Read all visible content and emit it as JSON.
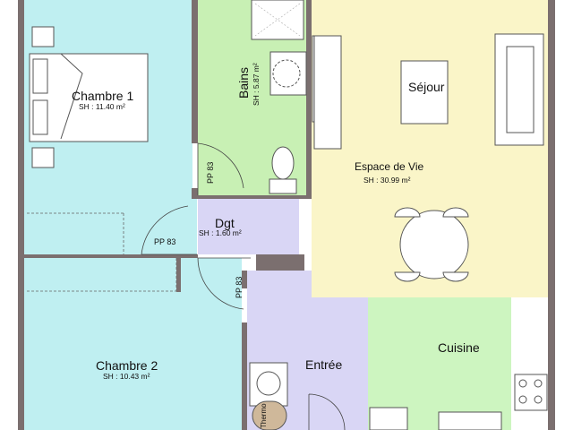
{
  "rooms": {
    "chambre1": {
      "name": "Chambre 1",
      "area": "SH : 11.40 m²",
      "color": "#bfeff1"
    },
    "bains": {
      "name": "Bains",
      "area": "SH : 5.87 m²",
      "color": "#c8f0b4"
    },
    "dgt": {
      "name": "Dgt",
      "area": "SH : 1.60 m²",
      "color": "#d9d6f5"
    },
    "sejour": {
      "name": "Séjour"
    },
    "espace": {
      "name": "Espace de Vie",
      "area": "SH : 30.99 m²",
      "color": "#faf5c8"
    },
    "chambre2": {
      "name": "Chambre 2",
      "area": "SH : 10.43 m²",
      "color": "#bfeff1"
    },
    "entree": {
      "name": "Entrée",
      "color": "#d9d6f5"
    },
    "cuisine": {
      "name": "Cuisine",
      "color": "#cdf5c0"
    }
  },
  "doors": {
    "pp_bains": "PP 83",
    "pp_chambre1": "PP 83",
    "pp_chambre2": "PP 83"
  },
  "equipment": {
    "thermo": "Thermo"
  },
  "colors": {
    "wall": "#7b6f6f"
  }
}
